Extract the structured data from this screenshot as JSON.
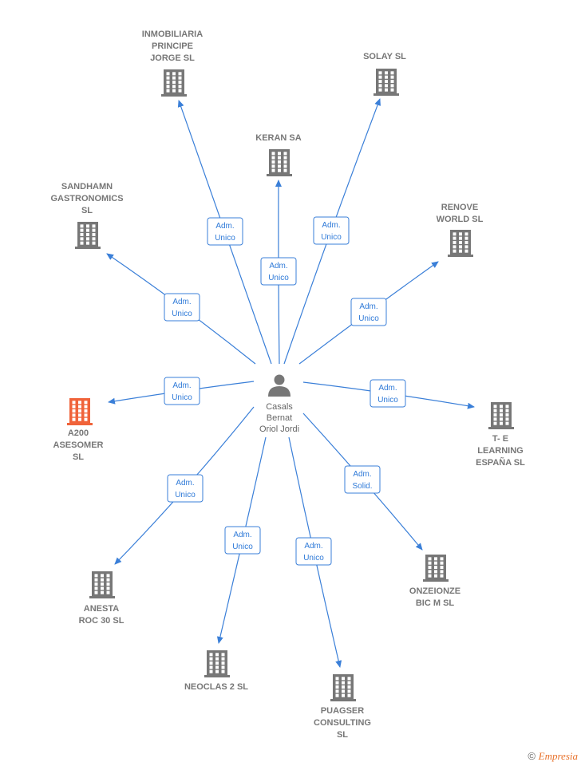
{
  "colors": {
    "edge": "#3a7fd8",
    "building": "#777777",
    "building_highlight": "#f0633a",
    "person": "#777777",
    "role_border": "#3a7fd8",
    "role_text": "#2f7ad8"
  },
  "person": {
    "name_lines": [
      "Casals",
      "Bernat",
      "Oriol Jordi"
    ],
    "icon": "person-icon"
  },
  "companies": [
    {
      "id": "inmobiliaria",
      "lines": [
        "INMOBILIARIA",
        "PRINCIPE",
        "JORGE SL"
      ],
      "highlight": false
    },
    {
      "id": "solay",
      "lines": [
        "SOLAY SL"
      ],
      "highlight": false
    },
    {
      "id": "keran",
      "lines": [
        "KERAN SA"
      ],
      "highlight": false
    },
    {
      "id": "sandhamn",
      "lines": [
        "SANDHAMN",
        "GASTRONOMICS",
        "SL"
      ],
      "highlight": false
    },
    {
      "id": "renove",
      "lines": [
        "RENOVE",
        "WORLD  SL"
      ],
      "highlight": false
    },
    {
      "id": "a200",
      "lines": [
        "A200",
        "ASESOMER",
        "SL"
      ],
      "highlight": true
    },
    {
      "id": "te-learning",
      "lines": [
        "T- E",
        "LEARNING",
        "ESPAÑA  SL"
      ],
      "highlight": false
    },
    {
      "id": "anesta",
      "lines": [
        "ANESTA",
        "ROC 30 SL"
      ],
      "highlight": false
    },
    {
      "id": "onzeionze",
      "lines": [
        "ONZEIONZE",
        "BIC M  SL"
      ],
      "highlight": false
    },
    {
      "id": "neoclas",
      "lines": [
        "NEOCLAS 2 SL"
      ],
      "highlight": false
    },
    {
      "id": "puagser",
      "lines": [
        "PUAGSER",
        "CONSULTING",
        "SL"
      ],
      "highlight": false
    }
  ],
  "roles": [
    {
      "target": "inmobiliaria",
      "lines": [
        "Adm.",
        "Unico"
      ]
    },
    {
      "target": "solay",
      "lines": [
        "Adm.",
        "Unico"
      ]
    },
    {
      "target": "keran",
      "lines": [
        "Adm.",
        "Unico"
      ]
    },
    {
      "target": "sandhamn",
      "lines": [
        "Adm.",
        "Unico"
      ]
    },
    {
      "target": "renove",
      "lines": [
        "Adm.",
        "Unico"
      ]
    },
    {
      "target": "a200",
      "lines": [
        "Adm.",
        "Unico"
      ]
    },
    {
      "target": "te-learning",
      "lines": [
        "Adm.",
        "Unico"
      ]
    },
    {
      "target": "anesta",
      "lines": [
        "Adm.",
        "Unico"
      ]
    },
    {
      "target": "onzeionze",
      "lines": [
        "Adm.",
        "Solid."
      ]
    },
    {
      "target": "neoclas",
      "lines": [
        "Adm.",
        "Unico"
      ]
    },
    {
      "target": "puagser",
      "lines": [
        "Adm.",
        "Unico"
      ]
    }
  ],
  "footer": {
    "copyright": "©",
    "brand": "Empresia"
  }
}
